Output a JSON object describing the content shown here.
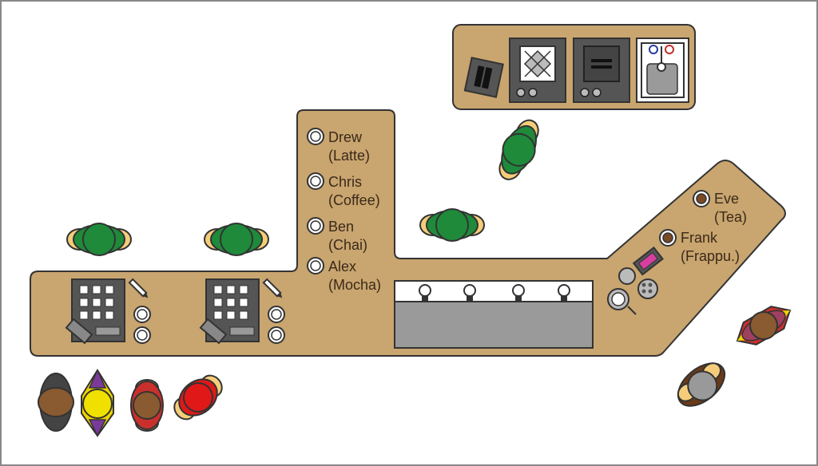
{
  "orders": [
    {
      "name": "Drew",
      "drink": "(Latte)"
    },
    {
      "name": "Chris",
      "drink": "(Coffee)"
    },
    {
      "name": "Ben",
      "drink": "(Chai)"
    },
    {
      "name": "Alex",
      "drink": "(Mocha)"
    }
  ],
  "served": [
    {
      "name": "Eve",
      "drink": "(Tea)"
    },
    {
      "name": "Frank",
      "drink": "(Frappu.)"
    }
  ],
  "colors": {
    "counter": "#c9a56f",
    "outline": "#333333",
    "staff_shirt": "#1e8a3a",
    "machine": "#555555",
    "sink_basin": "#9a9a9a"
  }
}
